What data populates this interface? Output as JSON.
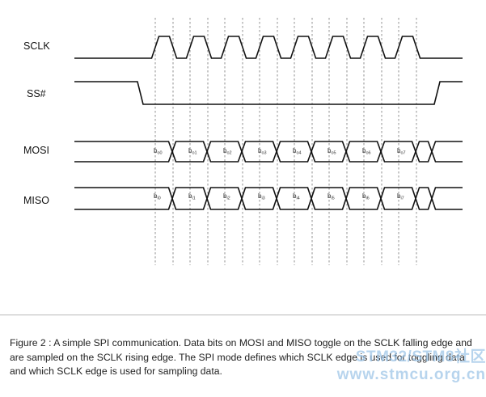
{
  "signals": [
    {
      "id": "sclk",
      "label": "SCLK"
    },
    {
      "id": "ss",
      "label": "SS#"
    },
    {
      "id": "mosi",
      "label": "MOSI"
    },
    {
      "id": "miso",
      "label": "MISO"
    }
  ],
  "mosi_bits": [
    {
      "base": "b",
      "sub": "o0"
    },
    {
      "base": "b",
      "sub": "o1"
    },
    {
      "base": "b",
      "sub": "o2"
    },
    {
      "base": "b",
      "sub": "o3"
    },
    {
      "base": "b",
      "sub": "o4"
    },
    {
      "base": "b",
      "sub": "o5"
    },
    {
      "base": "b",
      "sub": "o6"
    },
    {
      "base": "b",
      "sub": "o7"
    }
  ],
  "miso_bits": [
    {
      "base": "b",
      "sub": "i0"
    },
    {
      "base": "b",
      "sub": "i1"
    },
    {
      "base": "b",
      "sub": "i2"
    },
    {
      "base": "b",
      "sub": "i3"
    },
    {
      "base": "b",
      "sub": "i4"
    },
    {
      "base": "b",
      "sub": "i5"
    },
    {
      "base": "b",
      "sub": "i6"
    },
    {
      "base": "b",
      "sub": "i7"
    }
  ],
  "caption": "Figure 2 : A simple SPI communication. Data bits on MOSI and MISO toggle on the SCLK falling edge and are sampled on the SCLK rising edge. The SPI mode defines which SCLK edge is used for toggling data and which SCLK edge is used for sampling data.",
  "watermark": {
    "line1": "STM32/STM8社区",
    "line2": "www.stmcu.org.cn"
  }
}
